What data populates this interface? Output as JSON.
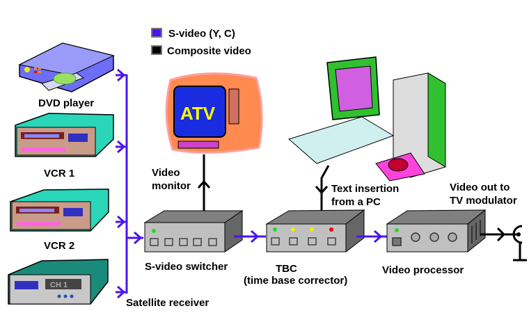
{
  "legend": {
    "svideo": {
      "label": "S-video (Y, C)",
      "color": "#4a14f0"
    },
    "composite": {
      "label": "Composite video",
      "color": "#000000"
    }
  },
  "sources": {
    "dvd": "DVD player",
    "vcr1": "VCR 1",
    "vcr2": "VCR 2",
    "satellite": "Satellite receiver",
    "satellite_display": "CH 1"
  },
  "monitor": {
    "line1": "Video",
    "line2": "monitor",
    "screen_text": "ATV"
  },
  "switcher": {
    "label": "S-video switcher"
  },
  "tbc": {
    "line1": "TBC",
    "line2": "(time base corrector)"
  },
  "pc": {
    "line1": "Text insertion",
    "line2": "from a PC"
  },
  "processor": {
    "label": "Video processor"
  },
  "output": {
    "line1": "Video out to",
    "line2": "TV modulator"
  }
}
